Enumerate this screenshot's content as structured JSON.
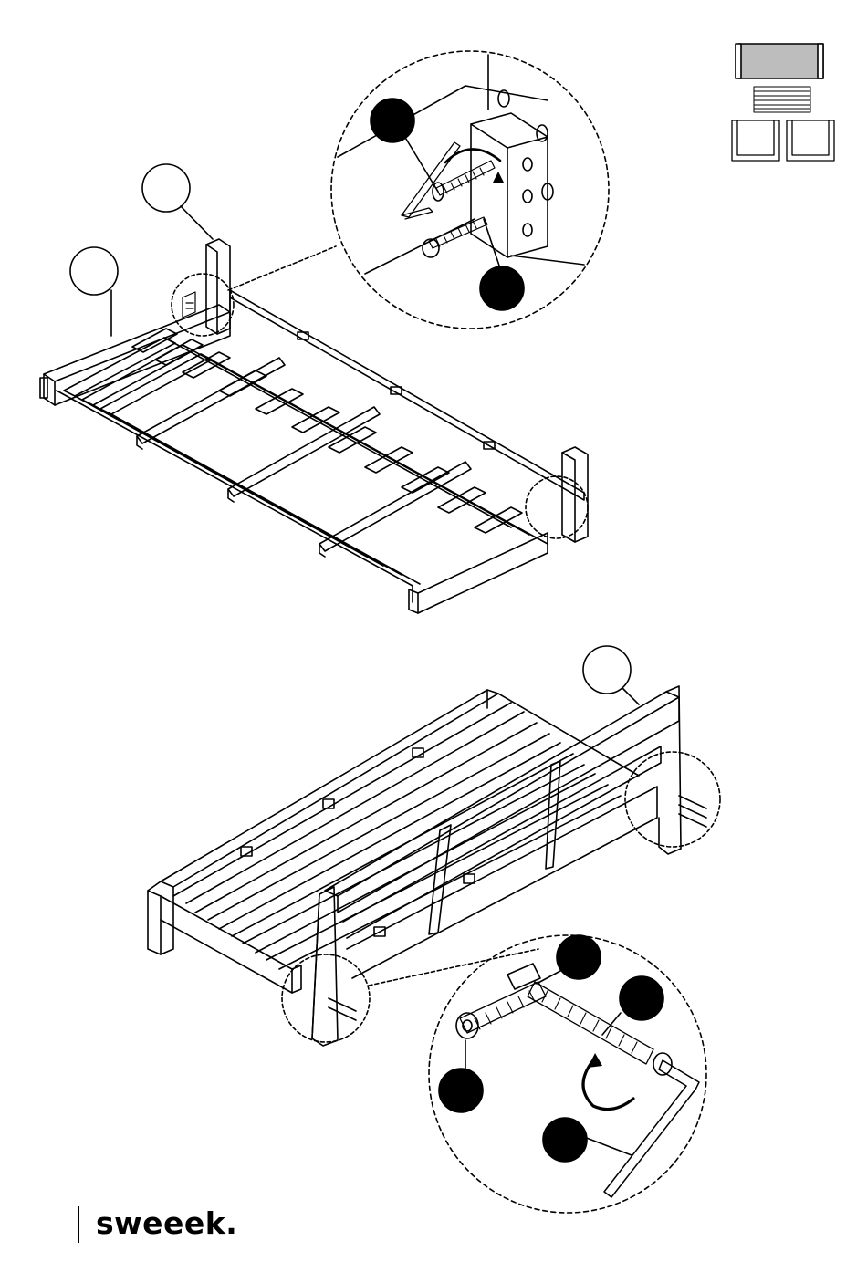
{
  "brand": {
    "name": "sweeek."
  },
  "colors": {
    "line": "#000000",
    "thumbnail_fill": "#bdbdbd",
    "background": "#ffffff"
  },
  "icons": [
    "product-overview-thumbnail",
    "part-callout-circle",
    "hardware-callout-badge",
    "rotate-arrow-icon",
    "allen-key-icon",
    "bolt-icon"
  ]
}
